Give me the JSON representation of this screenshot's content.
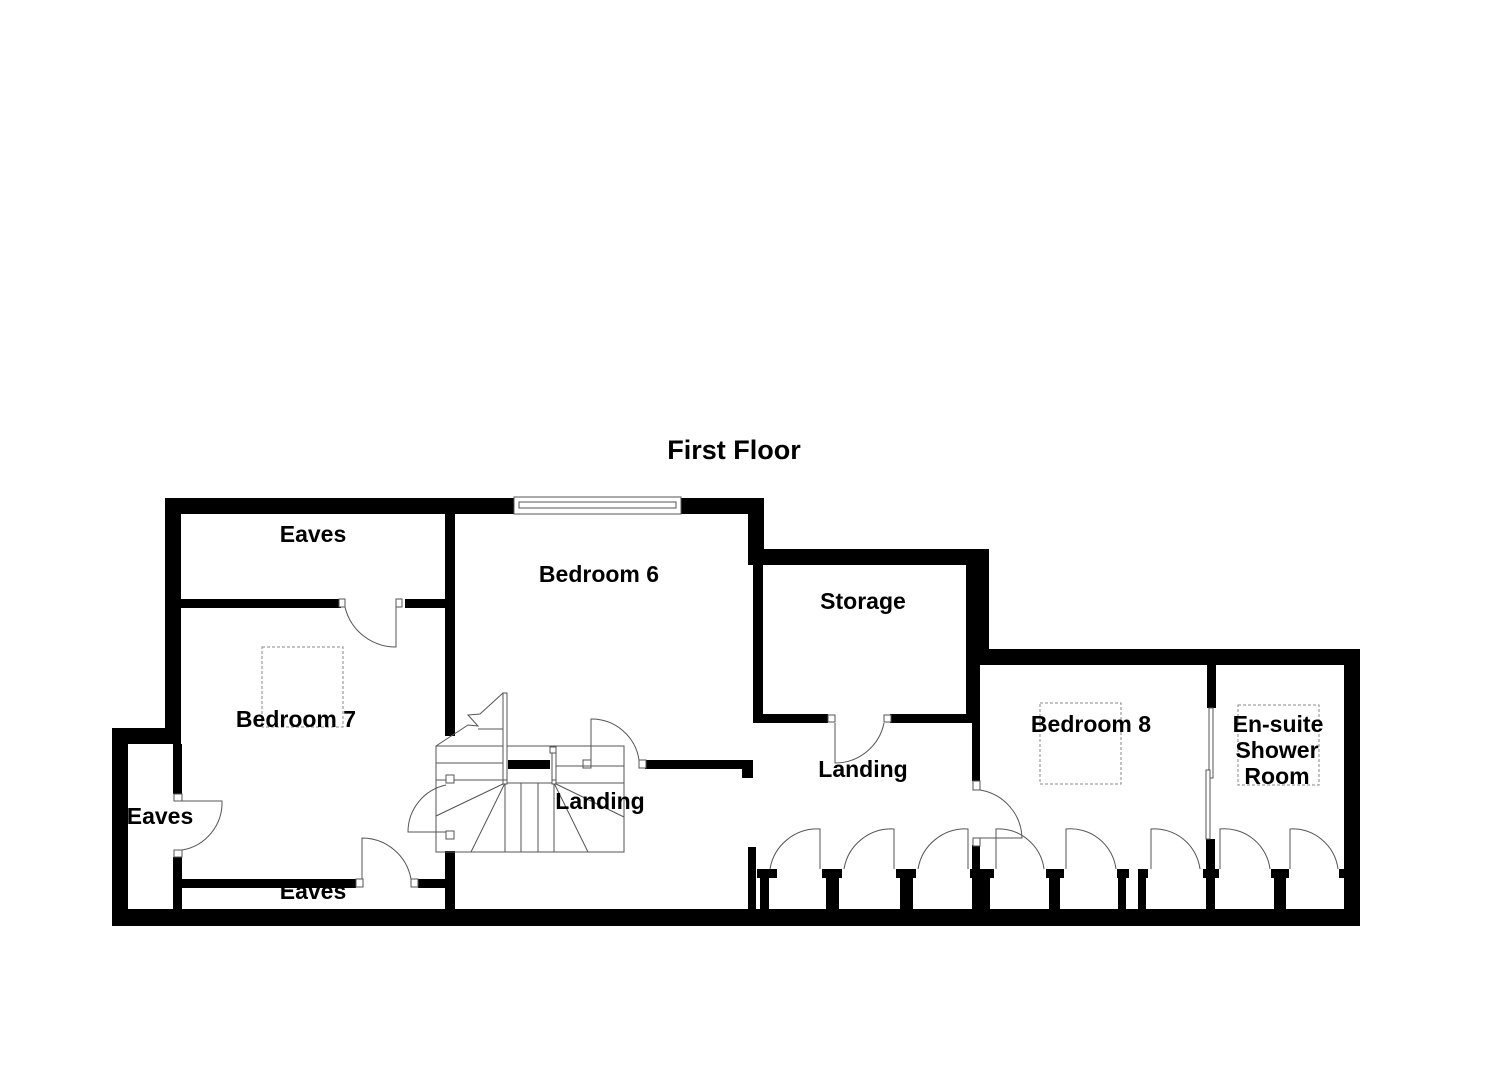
{
  "plan": {
    "title": "First Floor",
    "wall_color": "#000000",
    "background_color": "#ffffff"
  },
  "rooms": {
    "eaves_top": "Eaves",
    "bedroom_6": "Bedroom 6",
    "storage": "Storage",
    "bedroom_7": "Bedroom 7",
    "bedroom_8": "Bedroom 8",
    "ensuite_line1": "En-suite",
    "ensuite_line2": "Shower",
    "ensuite_line3": "Room",
    "landing_right": "Landing",
    "landing_stairs": "Landing",
    "eaves_left": "Eaves",
    "eaves_bottom": "Eaves"
  }
}
